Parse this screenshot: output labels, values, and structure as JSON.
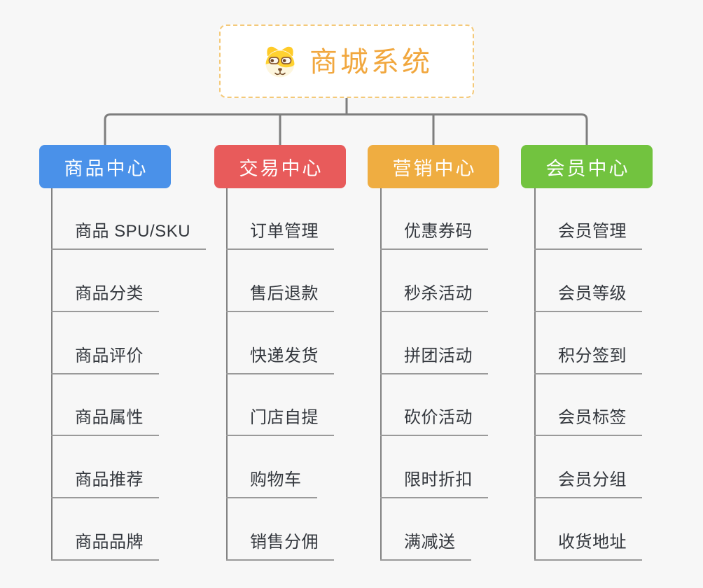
{
  "root": {
    "title": "商城系统",
    "icon": "dog-icon"
  },
  "branches": [
    {
      "label": "商品中心",
      "color": "#4A91E9",
      "items": [
        "商品 SPU/SKU",
        "商品分类",
        "商品评价",
        "商品属性",
        "商品推荐",
        "商品品牌"
      ]
    },
    {
      "label": "交易中心",
      "color": "#E85B5B",
      "items": [
        "订单管理",
        "售后退款",
        "快递发货",
        "门店自提",
        "购物车",
        "销售分佣"
      ]
    },
    {
      "label": "营销中心",
      "color": "#EFAD41",
      "items": [
        "优惠券码",
        "秒杀活动",
        "拼团活动",
        "砍价活动",
        "限时折扣",
        "满减送"
      ]
    },
    {
      "label": "会员中心",
      "color": "#72C33F",
      "items": [
        "会员管理",
        "会员等级",
        "积分签到",
        "会员标签",
        "会员分组",
        "收货地址"
      ]
    }
  ],
  "colors": {
    "background": "#F7F7F7",
    "connector": "#7E7E7E",
    "underline": "#9A9A9A",
    "item_text": "#33373D",
    "root_text": "#F1A73E",
    "root_border": "#F4C979",
    "header_text": "#FFFFFF"
  }
}
